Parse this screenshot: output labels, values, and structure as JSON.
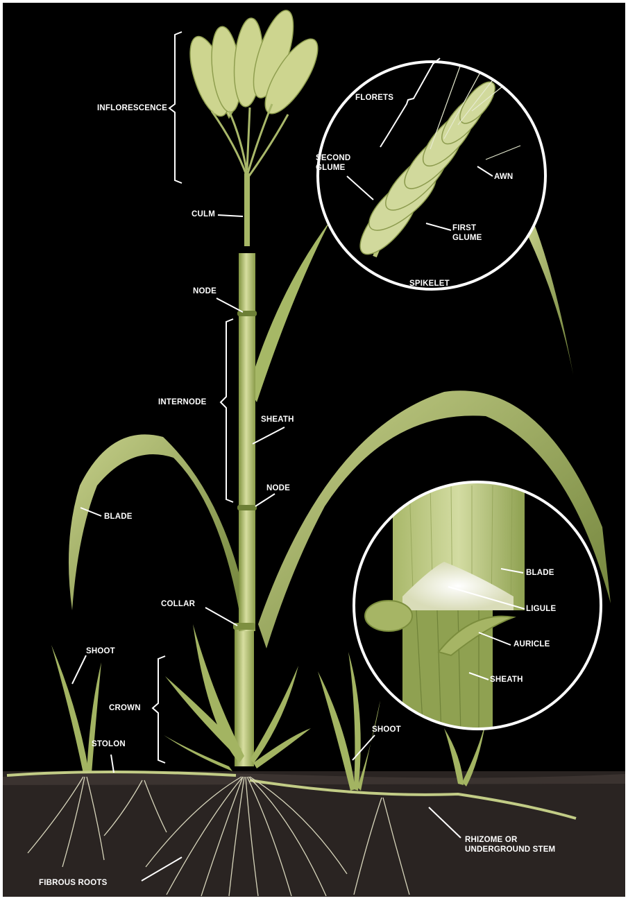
{
  "labels": {
    "inflorescence": "INFLORESCENCE",
    "culm": "CULM",
    "node_upper": "NODE",
    "internode": "INTERNODE",
    "sheath_stem": "SHEATH",
    "node_lower": "NODE",
    "blade_left": "BLADE",
    "collar": "COLLAR",
    "shoot_left": "SHOOT",
    "crown": "CROWN",
    "stolon": "STOLON",
    "shoot_right": "SHOOT",
    "rhizome_line1": "RHIZOME OR",
    "rhizome_line2": "UNDERGROUND STEM",
    "fibrous_roots": "FIBROUS ROOTS"
  },
  "spikelet_inset": {
    "title": "SPIKELET",
    "florets": "FLORETS",
    "second_glume_line1": "SECOND",
    "second_glume_line2": "GLUME",
    "awn": "AWN",
    "first_glume_line1": "FIRST",
    "first_glume_line2": "GLUME"
  },
  "collar_inset": {
    "blade": "BLADE",
    "ligule": "LIGULE",
    "auricle": "AURICLE",
    "sheath": "SHEATH"
  },
  "colors": {
    "background": "#000000",
    "soil": "#2a2422",
    "plant_light": "#c9d38e",
    "plant_mid": "#9fb063",
    "plant_dark": "#6f8239",
    "root": "#d8d6bc",
    "label": "#ffffff"
  }
}
